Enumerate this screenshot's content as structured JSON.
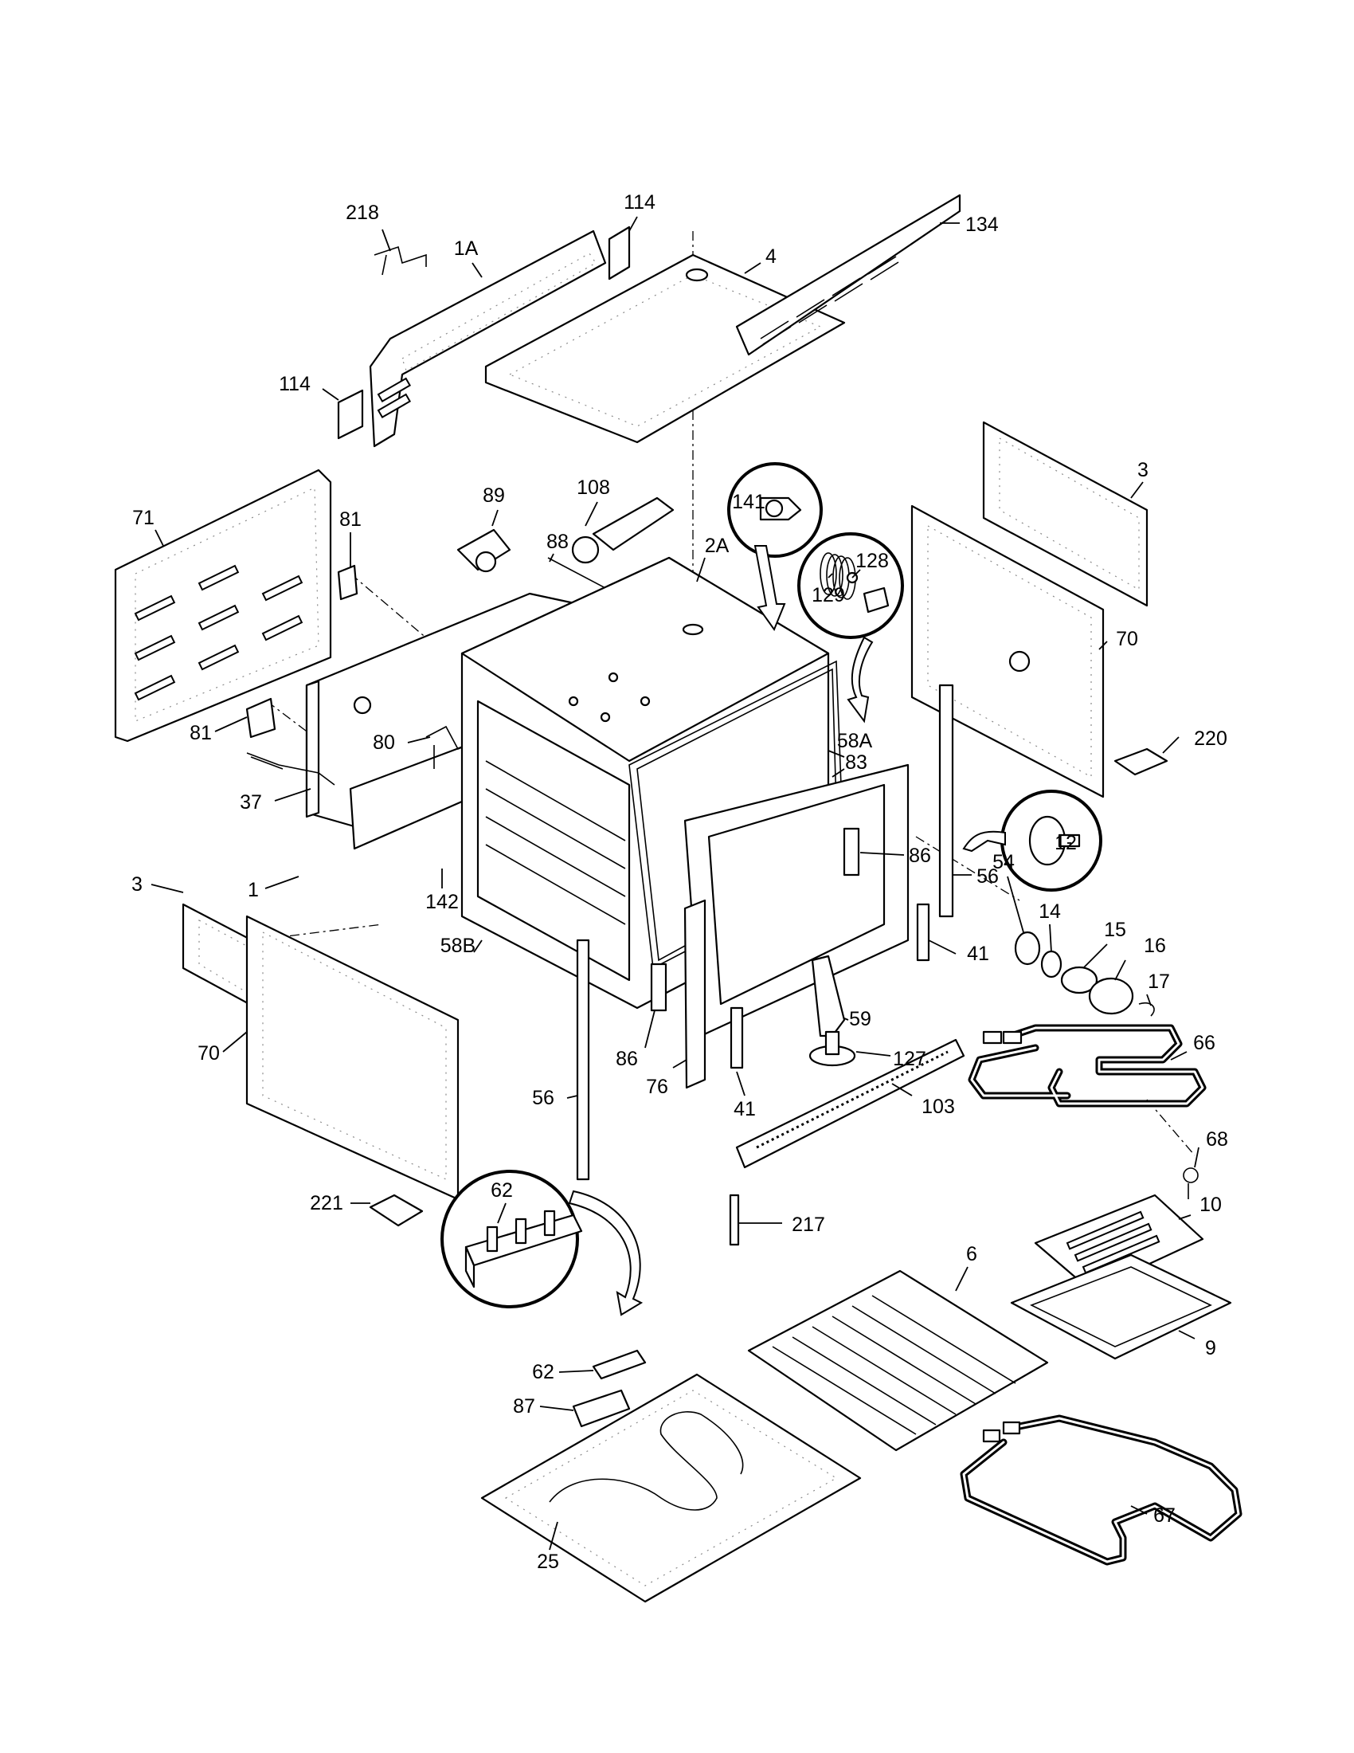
{
  "diagram": {
    "callouts": [
      "218",
      "114",
      "1A",
      "114",
      "134",
      "4",
      "71",
      "81",
      "89",
      "108",
      "88",
      "2A",
      "141",
      "128",
      "129",
      "3",
      "70",
      "81",
      "80",
      "37",
      "58A",
      "83",
      "220",
      "1",
      "142",
      "12",
      "86",
      "56",
      "3",
      "54",
      "14",
      "15",
      "58B",
      "16",
      "41",
      "17",
      "59",
      "70",
      "86",
      "127",
      "66",
      "76",
      "41",
      "56",
      "103",
      "68",
      "62",
      "221",
      "10",
      "217",
      "6",
      "62",
      "9",
      "87",
      "67",
      "25"
    ]
  }
}
